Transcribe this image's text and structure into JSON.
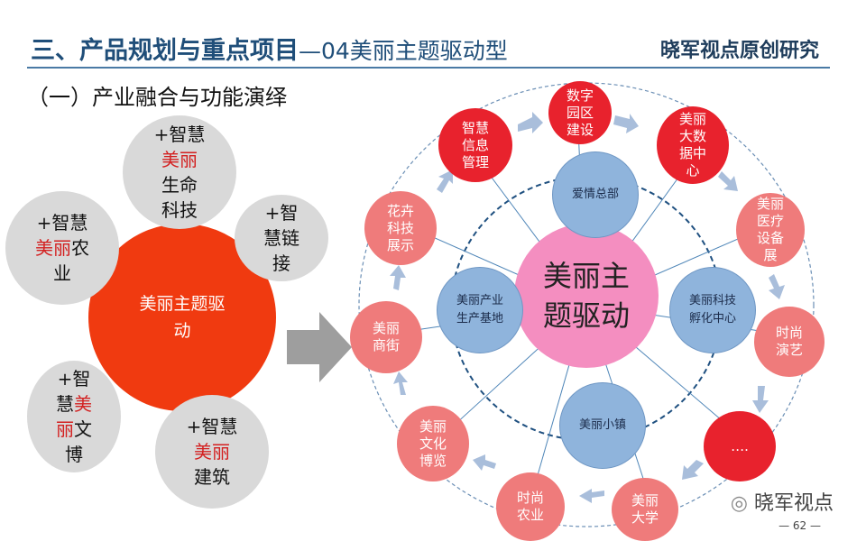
{
  "header": {
    "title_main": "三、产品规划与重点项目",
    "title_sub": "—04美丽主题驱动型",
    "brand": "晓军视点原创研究"
  },
  "section_title": "（一）产业融合与功能演绎",
  "left_cluster": {
    "core": [
      "美丽主题驱",
      "动"
    ],
    "bubbles": {
      "life_tech": [
        "+智慧",
        "美丽",
        "生命",
        "科技"
      ],
      "smart_link": [
        "+智",
        "慧链",
        "接"
      ],
      "agriculture": [
        "+智慧",
        "美丽",
        "农",
        "业"
      ],
      "culture": [
        "+智",
        "慧",
        "美",
        "丽",
        "文",
        "博"
      ],
      "architecture": [
        "+智慧",
        "美丽",
        "建筑"
      ]
    }
  },
  "right_wheel": {
    "center": [
      "美丽主",
      "题驱动"
    ],
    "inner": {
      "top": "爱情总部",
      "left": [
        "美丽产业",
        "生产基地"
      ],
      "right": [
        "美丽科技",
        "孵化中心"
      ],
      "bottom": "美丽小镇"
    },
    "outer_nodes": [
      {
        "id": "digital-park",
        "label": [
          "数字",
          "园区",
          "建设"
        ]
      },
      {
        "id": "big-data",
        "label": [
          "美丽",
          "大数",
          "据中",
          "心"
        ]
      },
      {
        "id": "medical",
        "label": [
          "美丽",
          "医疗",
          "设备",
          "展"
        ]
      },
      {
        "id": "fashion-show",
        "label": [
          "时尚",
          "演艺"
        ]
      },
      {
        "id": "more",
        "label": [
          "…."
        ]
      },
      {
        "id": "university",
        "label": [
          "美丽",
          "大学"
        ]
      },
      {
        "id": "agri",
        "label": [
          "时尚",
          "农业"
        ]
      },
      {
        "id": "culture-expo",
        "label": [
          "美丽",
          "文化",
          "博览"
        ]
      },
      {
        "id": "street",
        "label": [
          "美丽",
          "商街"
        ]
      },
      {
        "id": "flower",
        "label": [
          "花卉",
          "科技",
          "展示"
        ]
      },
      {
        "id": "smart-info",
        "label": [
          "智慧",
          "信息",
          "管理"
        ]
      }
    ]
  },
  "footer": {
    "logo": "晓军视点",
    "page": "— 62 —"
  },
  "colors": {
    "title": "#1f4e79",
    "core": "#f03a10",
    "node_red": "#e8222d",
    "node_pink": "#ef7b7b",
    "inner_blue": "#8fb4dc",
    "center_pink": "#f48ec0"
  }
}
